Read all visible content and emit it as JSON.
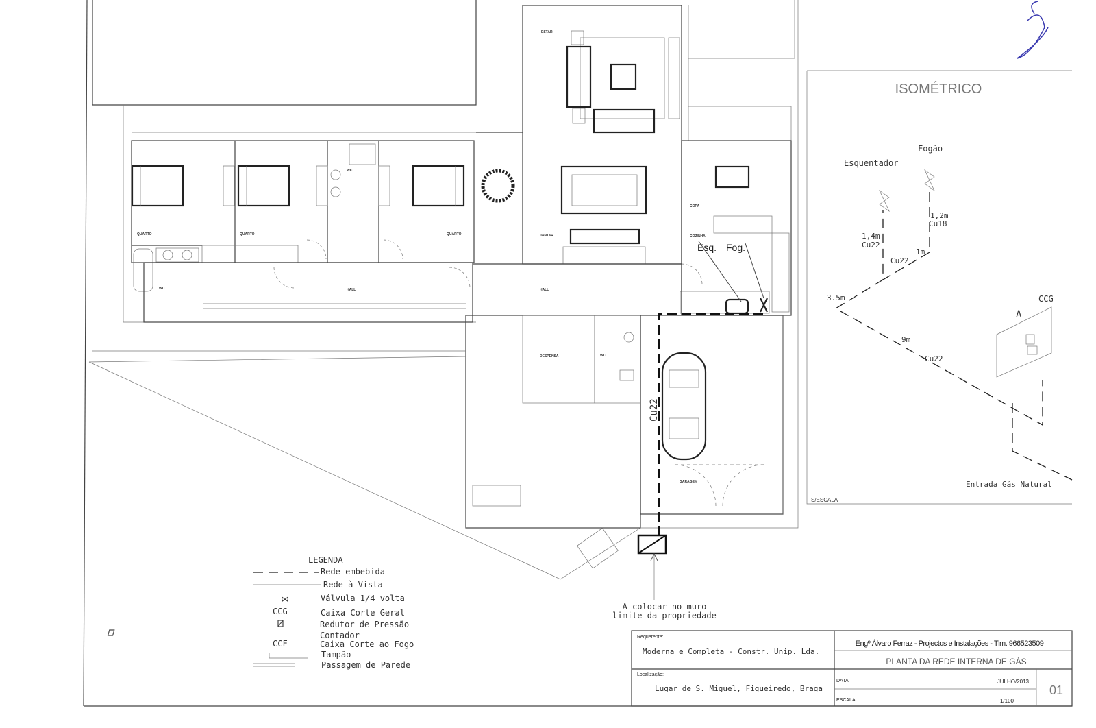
{
  "plan": {
    "rooms": {
      "estar": "ESTAR",
      "jantar": "JANTAR",
      "copa": "COPA",
      "cozinha": "COZINHA",
      "quarto1": "QUARTO",
      "quarto2": "QUARTO",
      "quarto3": "QUARTO",
      "wc1": "WC",
      "wc2": "WC",
      "wc3": "WC",
      "hall1": "HALL",
      "hall2": "HALL",
      "despensa": "DESPENSA",
      "garagem": "GARAGEM"
    },
    "esq_label": "Esq.",
    "fog_label": "Fog.",
    "pipe_label": "Cu22",
    "muro_note_line1": "A colocar no muro",
    "muro_note_line2": "limite da propriedade"
  },
  "legend": {
    "title": "LEGENDA",
    "items": [
      {
        "symbol": "",
        "label": "Rede embebida"
      },
      {
        "symbol": "",
        "label": "Rede à Vista"
      },
      {
        "symbol": "⋈",
        "label": "Válvula 1/4 volta"
      },
      {
        "symbol": "CCG",
        "label": "Caixa Corte Geral"
      },
      {
        "symbol": "",
        "label": "Redutor de Pressão"
      },
      {
        "symbol": "",
        "label": "Contador"
      },
      {
        "symbol": "CCF",
        "label": "Caixa Corte ao Fogo"
      },
      {
        "symbol": "",
        "label": "Tampão"
      },
      {
        "symbol": "",
        "label": "Passagem de Parede"
      }
    ]
  },
  "isometric": {
    "title": "ISOMÉTRICO",
    "fogao": "Fogão",
    "esquentador": "Esquentador",
    "seg_esq_len": "1,4m",
    "seg_esq_pipe": "Cu22",
    "seg_fog_len": "1,2m",
    "seg_fog_pipe": "Cu18",
    "seg_1m": "1m",
    "seg_cu22": "Cu22",
    "seg_35": "3.5m",
    "seg_9m": "9m",
    "seg_9m_pipe": "Cu22",
    "ccg": "CCG",
    "box_a": "A",
    "entrada": "Entrada Gás Natural",
    "scale": "S/ESCALA"
  },
  "title_block": {
    "requerente_label": "Requerente:",
    "requerente": "Moderna e Completa - Constr. Unip. Lda.",
    "localizacao_label": "Localização:",
    "localizacao": "Lugar de S. Miguel, Figueiredo, Braga",
    "engineer": "Engº Álvaro Ferraz - Projectos e Instalações - Tlm. 966523509",
    "drawing_title": "PLANTA DA REDE INTERNA DE GÁS",
    "data_label": "DATA",
    "data": "JULHO/2013",
    "escala_label": "ESCALA",
    "escala": "1/100",
    "sheet": "01"
  }
}
